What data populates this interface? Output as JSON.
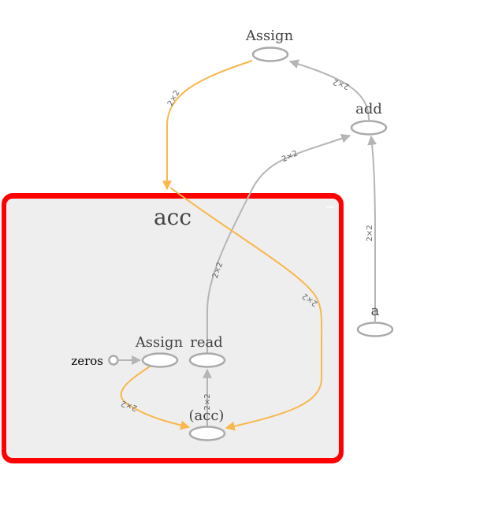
{
  "colors": {
    "group_border": "#ff0000",
    "group_fill": "#eeeeee",
    "ref_edge": "#f9b74c",
    "data_edge": "#b5b5b5",
    "node_stroke": "#aaaaaa",
    "label_text": "#444444"
  },
  "group": {
    "label": "acc",
    "collapse_label": "−"
  },
  "nodes": {
    "assign_top": "Assign",
    "add": "add",
    "a": "a",
    "assign_inner": "Assign",
    "read": "read",
    "zeros": "zeros",
    "acc_var": "(acc)"
  },
  "edges": {
    "assign_top_to_acc": "2×2",
    "add_to_assign_top": "2×2",
    "read_to_add": "2×2",
    "read_out": "2×2",
    "acc_to_read": "2×2",
    "assign_top_to_acc_var": "2×2",
    "a_to_add": "2×2",
    "assign_inner_to_acc_var": "2×2"
  }
}
